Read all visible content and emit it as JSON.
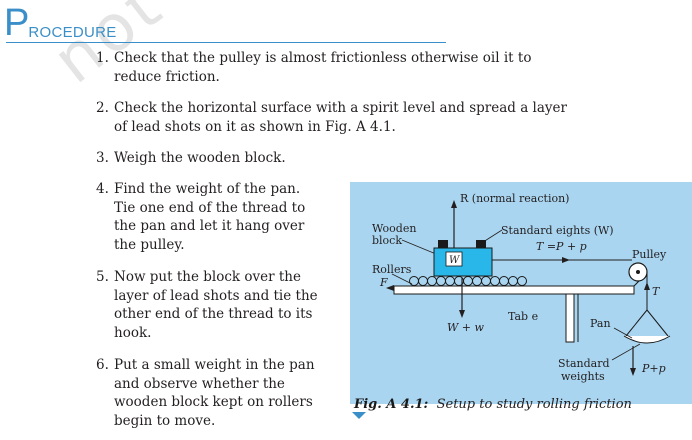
{
  "heading": {
    "initial": "P",
    "rest": "ROCEDURE"
  },
  "watermark": "not to be republished",
  "steps": [
    {
      "num": "1.",
      "lines": [
        "Check that the pulley is almost frictionless otherwise oil it to",
        "reduce friction."
      ]
    },
    {
      "num": "2.",
      "lines": [
        "Check the horizontal surface with a spirit level and spread a layer",
        "of lead shots on it as shown in Fig. A 4.1."
      ]
    },
    {
      "num": "3.",
      "lines": [
        "Weigh the wooden block."
      ]
    },
    {
      "num": "4.",
      "lines": [
        "Find the weight of the pan.",
        "Tie one end of the thread to",
        "the pan and let it hang over",
        "the pulley."
      ]
    },
    {
      "num": "5.",
      "lines": [
        "Now put the block over the",
        "layer of lead shots and tie the",
        "other end of the thread to its",
        "hook."
      ]
    },
    {
      "num": "6.",
      "lines": [
        "Put a small weight in the pan",
        "and observe whether the",
        "wooden block kept on rollers",
        "begin to move."
      ]
    }
  ],
  "figure": {
    "labels": {
      "normal_reaction": "R (normal reaction)",
      "wooden": "Wooden",
      "block": "block",
      "standard_weights": "Standard  eights (W)",
      "tension_eq": "T =P + p",
      "pulley": "Pulley",
      "w_block": "W",
      "rollers": "Rollers",
      "friction": "F",
      "table": "Tab e",
      "weight_sum": "W + w",
      "tension": "T",
      "pan": "Pan",
      "standard": "Standard",
      "weights": "weights",
      "pan_load": "P+p"
    }
  },
  "caption": {
    "label": "Fig. A 4.1:",
    "text": "Setup to study rolling friction"
  },
  "colors": {
    "accent": "#3b8fc8",
    "figure_bg": "#a9d5f0",
    "block": "#29b6e8"
  }
}
